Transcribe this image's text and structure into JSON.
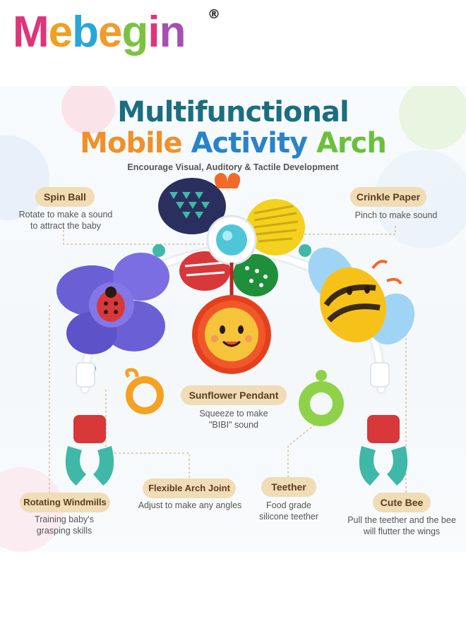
{
  "brand": {
    "letters": [
      "M",
      "e",
      "b",
      "e",
      "g",
      "i",
      "n"
    ],
    "letter_colors": [
      "#e0347a",
      "#f0a020",
      "#2aa6d8",
      "#f29a2a",
      "#7cc242",
      "#e0347a",
      "#a64fb3"
    ],
    "registered": "®"
  },
  "title": {
    "line1": "Multifunctional",
    "line2_words": [
      "Mobile",
      "Activity",
      "Arch"
    ],
    "line2_colors": [
      "#f0902a",
      "#2a83c9",
      "#6cbf3c"
    ],
    "subtitle": "Encourage Visual, Auditory & Tactile Development"
  },
  "features": [
    {
      "key": "spin-ball",
      "label": "Spin Ball",
      "desc_lines": [
        "Rotate to make a sound",
        "to attract the baby"
      ]
    },
    {
      "key": "crinkle-paper",
      "label": "Crinkle Paper",
      "desc_lines": [
        "Pinch to make sound"
      ]
    },
    {
      "key": "sunflower-pendant",
      "label": "Sunflower Pendant",
      "desc_lines": [
        "Squeeze to make",
        "\"BIBI\" sound"
      ]
    },
    {
      "key": "rotating-windmills",
      "label": "Rotating Windmills",
      "desc_lines": [
        "Training baby's",
        "grasping skills"
      ]
    },
    {
      "key": "flexible-arch-joint",
      "label": "Flexible Arch Joint",
      "desc_lines": [
        "Adjust to make any angles"
      ]
    },
    {
      "key": "teether",
      "label": "Teether",
      "desc_lines": [
        "Food grade",
        "silicone teether"
      ]
    },
    {
      "key": "cute-bee",
      "label": "Cute Bee",
      "desc_lines": [
        "Pull the teether and the bee",
        "will flutter the wings"
      ]
    }
  ],
  "colors": {
    "pill_bg": "#f0dcb5",
    "leader": "#c8a36a",
    "windmill": "#6b5fd6",
    "sunflower": "#f0582a",
    "bee": "#f6c21a",
    "teal": "#3fb8a8",
    "red": "#d8383a"
  }
}
